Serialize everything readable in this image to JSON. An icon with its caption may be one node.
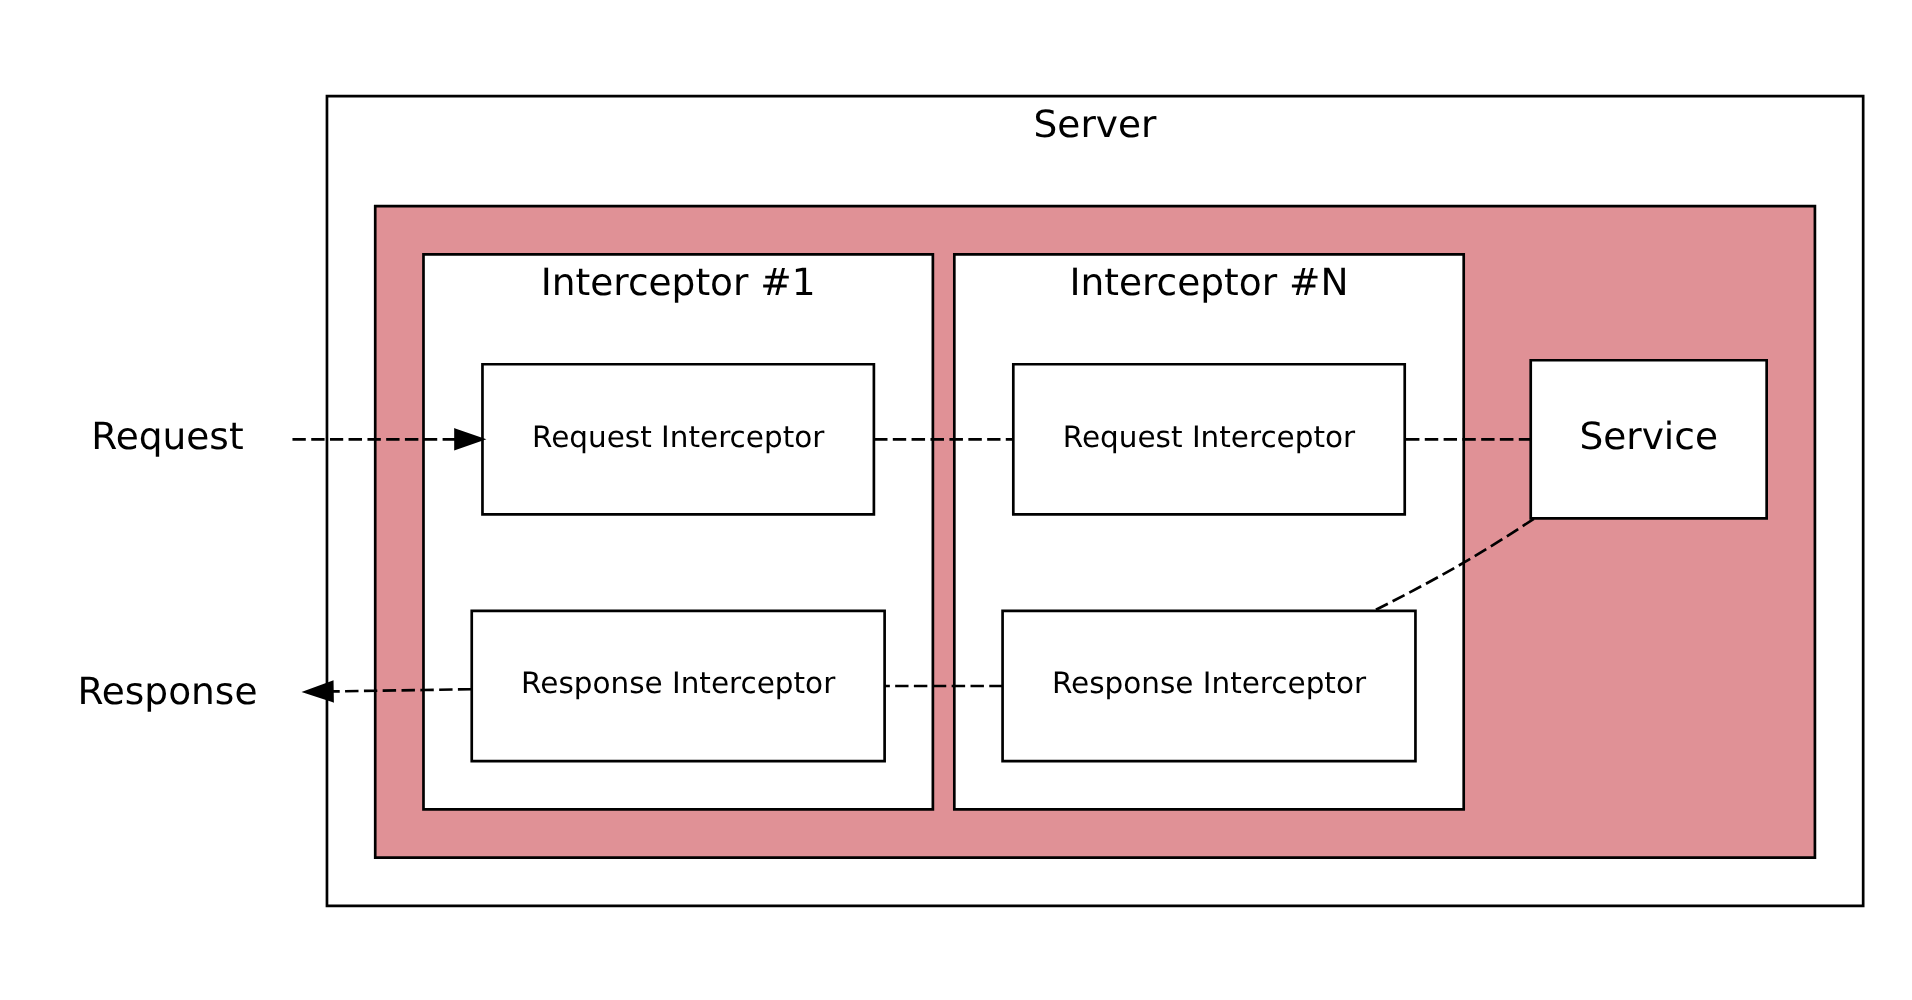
{
  "diagram": {
    "nodes": [
      {
        "text": [
          "Server"
        ]
      },
      {
        "text": [],
        "shape": "box",
        "in": 0
      },
      {
        "text": [
          "Interceptor #1"
        ],
        "in": 1
      },
      {
        "text": [
          "Request Interceptor"
        ],
        "in": 2
      },
      {
        "text": [
          "Response Interceptor"
        ],
        "in": 2
      },
      {
        "text": [
          "Interceptor #N"
        ],
        "in": 1
      },
      {
        "text": [
          "Request Interceptor"
        ],
        "in": 5
      },
      {
        "text": [
          "Response Interceptor"
        ],
        "in": 5
      },
      {
        "text": [
          "Service"
        ],
        "in": 1
      },
      {
        "text": [
          "Request"
        ]
      },
      {
        "text": [
          "Response"
        ]
      }
    ],
    "edges": [
      {
        "from": 9,
        "to": 3,
        "arrow": "to",
        "style": "dashed"
      },
      {
        "from": 3,
        "to": 6,
        "arrow": "none",
        "style": "dashed"
      },
      {
        "from": 6,
        "to": 8,
        "arrow": "none",
        "style": "dashed"
      },
      {
        "from": 8,
        "to": 7,
        "arrow": "none",
        "style": "dashed"
      },
      {
        "from": 7,
        "to": 4,
        "arrow": "none",
        "style": "dashed"
      },
      {
        "from": 4,
        "to": 10,
        "arrow": "to",
        "style": "dashed"
      }
    ]
  }
}
